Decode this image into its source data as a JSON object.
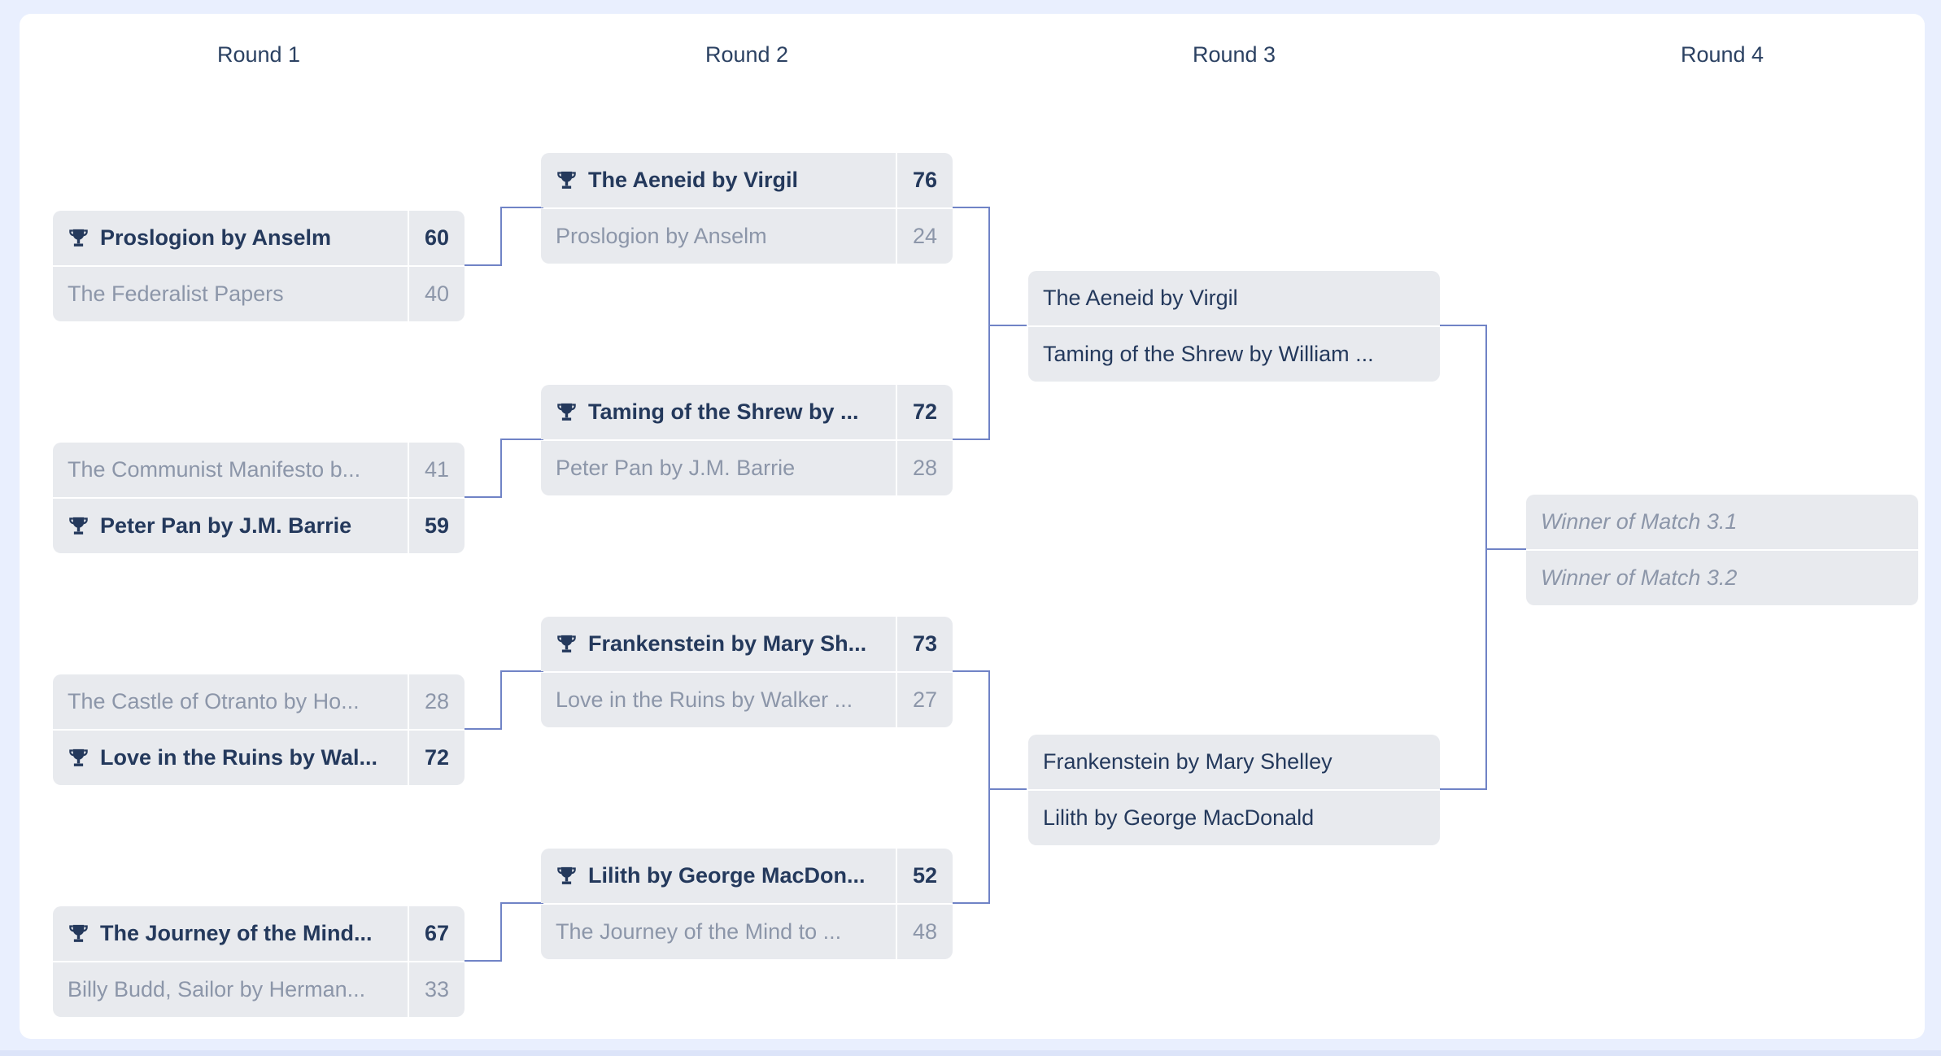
{
  "colors": {
    "page_background": "#e9effe",
    "card_background": "#ffffff",
    "row_background": "#e8eaee",
    "winner_text": "#24395c",
    "loser_text": "#8c96a9",
    "header_text": "#2b4162",
    "connector": "#7083c6"
  },
  "icons": {
    "winner_icon": "trophy"
  },
  "rounds": [
    {
      "label": "Round 1",
      "matches": [
        {
          "teams": [
            {
              "name": "Proslogion by Anselm",
              "score": "60",
              "winner": true
            },
            {
              "name": "The Federalist Papers",
              "score": "40",
              "winner": false
            }
          ]
        },
        {
          "teams": [
            {
              "name": "The Communist Manifesto b...",
              "score": "41",
              "winner": false
            },
            {
              "name": "Peter Pan by J.M. Barrie",
              "score": "59",
              "winner": true
            }
          ]
        },
        {
          "teams": [
            {
              "name": "The Castle of Otranto by Ho...",
              "score": "28",
              "winner": false
            },
            {
              "name": "Love in the Ruins by Wal...",
              "score": "72",
              "winner": true
            }
          ]
        },
        {
          "teams": [
            {
              "name": "The Journey of the Mind...",
              "score": "67",
              "winner": true
            },
            {
              "name": "Billy Budd, Sailor by Herman...",
              "score": "33",
              "winner": false
            }
          ]
        }
      ]
    },
    {
      "label": "Round 2",
      "matches": [
        {
          "teams": [
            {
              "name": "The Aeneid by Virgil",
              "score": "76",
              "winner": true
            },
            {
              "name": "Proslogion by Anselm",
              "score": "24",
              "winner": false
            }
          ]
        },
        {
          "teams": [
            {
              "name": "Taming of the Shrew by ...",
              "score": "72",
              "winner": true
            },
            {
              "name": "Peter Pan by J.M. Barrie",
              "score": "28",
              "winner": false
            }
          ]
        },
        {
          "teams": [
            {
              "name": "Frankenstein by Mary Sh...",
              "score": "73",
              "winner": true
            },
            {
              "name": "Love in the Ruins by Walker ...",
              "score": "27",
              "winner": false
            }
          ]
        },
        {
          "teams": [
            {
              "name": "Lilith by George MacDon...",
              "score": "52",
              "winner": true
            },
            {
              "name": "The Journey of the Mind to ...",
              "score": "48",
              "winner": false
            }
          ]
        }
      ]
    },
    {
      "label": "Round 3",
      "matches": [
        {
          "teams": [
            {
              "name": "The Aeneid by Virgil"
            },
            {
              "name": "Taming of the Shrew by William ..."
            }
          ]
        },
        {
          "teams": [
            {
              "name": "Frankenstein by Mary Shelley"
            },
            {
              "name": "Lilith by George MacDonald"
            }
          ]
        }
      ]
    },
    {
      "label": "Round 4",
      "matches": [
        {
          "teams": [
            {
              "name": "Winner of Match 3.1",
              "placeholder": true
            },
            {
              "name": "Winner of Match 3.2",
              "placeholder": true
            }
          ]
        }
      ]
    }
  ]
}
